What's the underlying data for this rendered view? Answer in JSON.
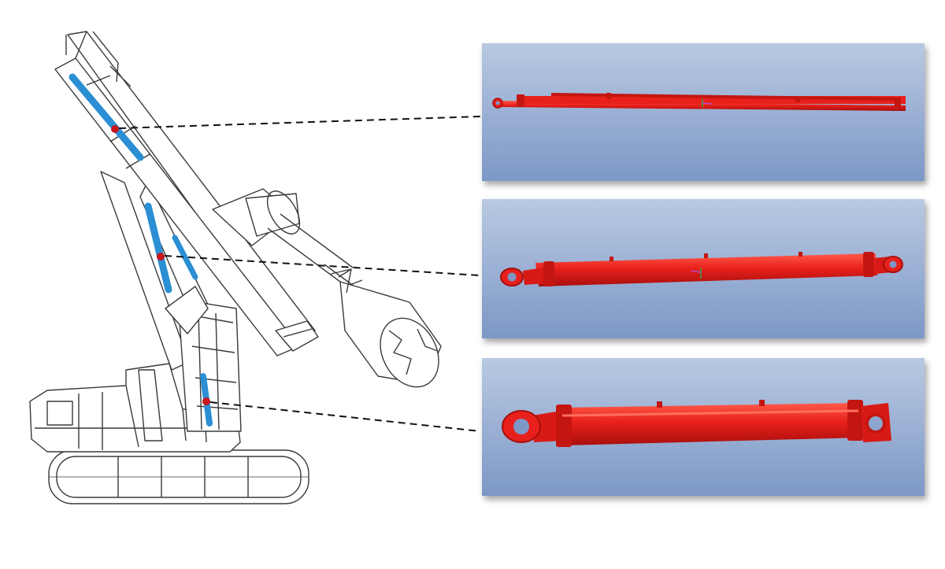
{
  "colors": {
    "background": "#ffffff",
    "line_art": "#3a3a3a",
    "cylinder_highlight": "#2b8fd4",
    "marker": "#c8161d",
    "panel_top": "#b7c7e0",
    "panel_bottom": "#7f9ac8",
    "cylinder_red": "#e8201c",
    "cylinder_dark": "#b3120f",
    "leader_line": "#111111"
  },
  "callouts": [
    {
      "id": "boom-cylinder",
      "icon": "long-thin-hydraulic-cylinder"
    },
    {
      "id": "mast-cylinder",
      "icon": "medium-hydraulic-cylinder"
    },
    {
      "id": "luffing-cylinder",
      "icon": "short-thick-hydraulic-cylinder"
    }
  ]
}
